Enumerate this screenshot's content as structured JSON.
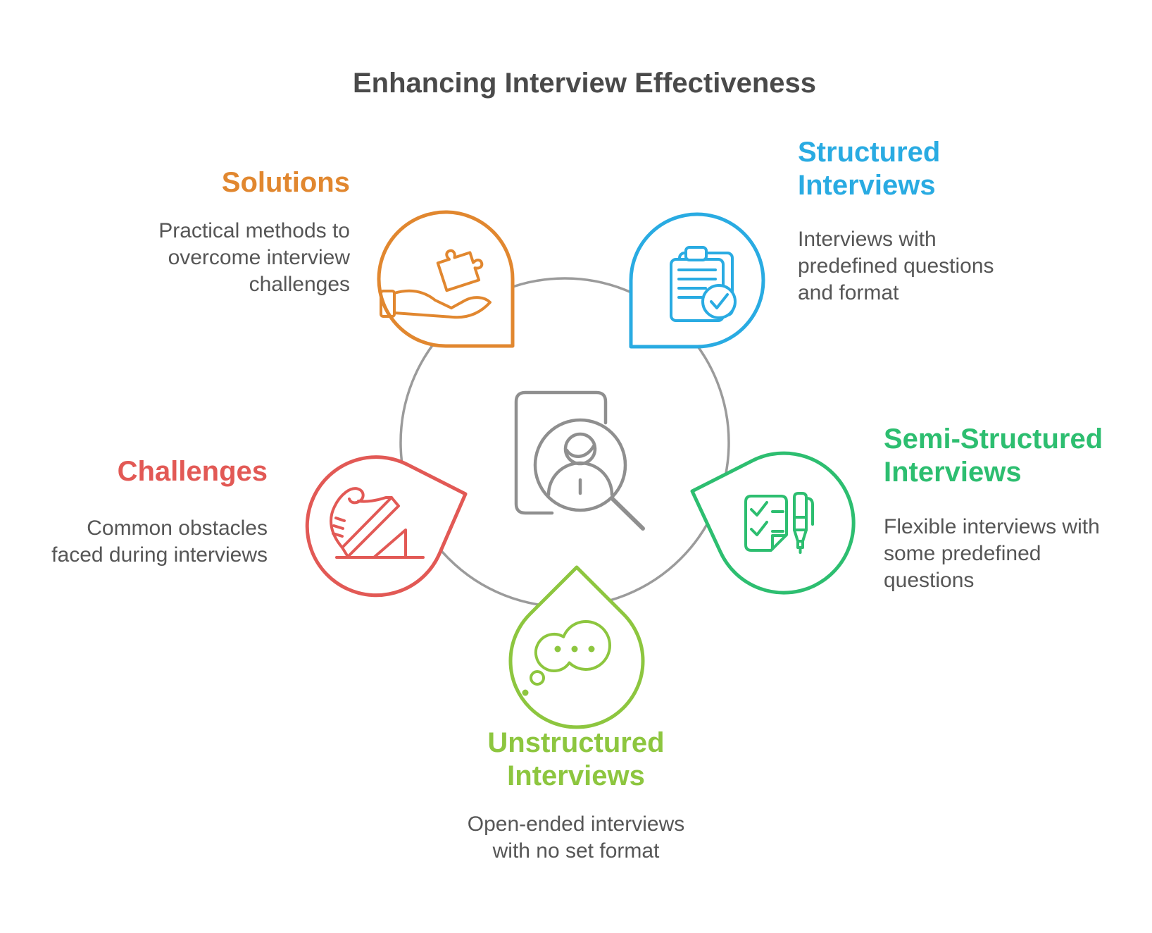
{
  "title": "Enhancing Interview Effectiveness",
  "center": {
    "icon": "person-profile-magnifier-icon"
  },
  "palette": {
    "title_text": "#4A4A4A",
    "body_text": "#565656",
    "ring": "#9B9B9B",
    "center_icon": "#8F8F8F",
    "background": "#FFFFFF"
  },
  "nodes": {
    "solutions": {
      "label": "Solutions",
      "color": "#E1872F",
      "icon": "hand-holding-puzzle-icon",
      "desc_lines": [
        "Practical methods to",
        "overcome interview",
        "challenges"
      ]
    },
    "structured": {
      "label": "Structured Interviews",
      "color": "#29ABE2",
      "icon": "clipboard-check-icon",
      "desc_lines": [
        "Interviews with",
        "predefined questions",
        "and format"
      ]
    },
    "semi_structured": {
      "label": "Semi-Structured Interviews",
      "color": "#2DBE70",
      "icon": "checklist-and-pen-icon",
      "desc_lines": [
        "Flexible interviews with",
        "some predefined",
        "questions"
      ]
    },
    "unstructured": {
      "label": "Unstructured Interviews",
      "color": "#8DC63F",
      "icon": "thought-bubble-icon",
      "desc_lines": [
        "Open-ended interviews",
        "with no set format"
      ]
    },
    "challenges": {
      "label": "Challenges",
      "color": "#E25955",
      "icon": "tripping-shoe-icon",
      "desc_lines": [
        "Common obstacles",
        "faced during interviews"
      ]
    }
  }
}
